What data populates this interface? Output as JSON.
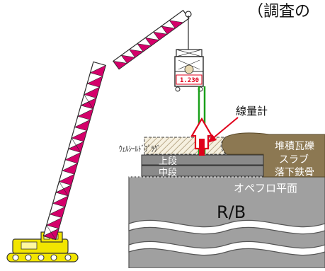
{
  "labels": {
    "title": "（調査の",
    "dosimeter": "線量計",
    "weld_shield_plug": "ｳｪﾙｼｰﾙﾄﾞﾌﾟﾗｸﾞ",
    "upper_tier": "上段",
    "middle_tier": "中段",
    "rubble": "堆積瓦礫",
    "slab": "スラブ",
    "fallen_steel": "落下鉄骨",
    "operating_floor": "オペフロ平面",
    "building": "R/B",
    "meter_reading": "1.230"
  },
  "colors": {
    "boom_magenta": "#d4006a",
    "boom_outline": "#2a2a2a",
    "crane_body": "#f2e500",
    "rubble": "#8c7852",
    "tier_gray": "#8a8a8a",
    "building_gray": "#a0a0a0",
    "wire_green": "#1aa01a",
    "arrow_red": "#e0001b"
  }
}
